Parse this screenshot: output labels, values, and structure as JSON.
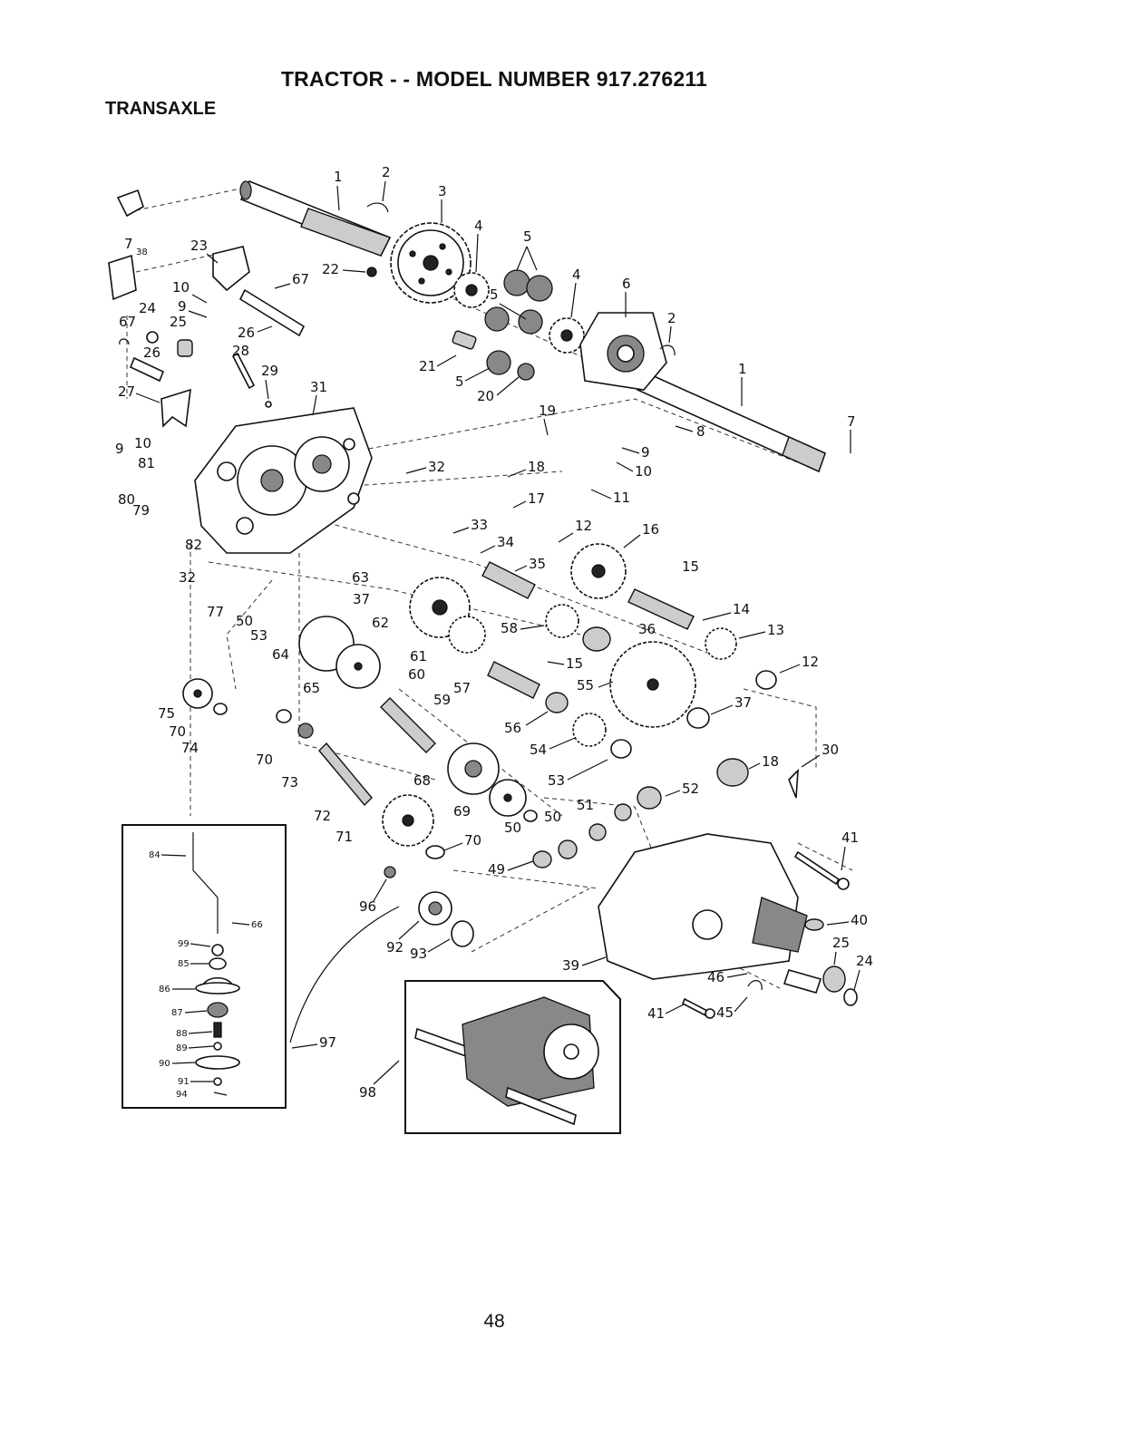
{
  "header": {
    "title": "TRACTOR - - MODEL NUMBER 917.276211",
    "section": "TRANSAXLE"
  },
  "page_number": "48",
  "callouts": {
    "c1a": "1",
    "c2a": "2",
    "c3": "3",
    "c4a": "4",
    "c5a": "5",
    "c5b": "5",
    "c5c": "5",
    "c4b": "4",
    "c6": "6",
    "c2b": "2",
    "c1b": "1",
    "c7a": "7",
    "c38": "38",
    "c23": "23",
    "c22": "22",
    "c67a": "67",
    "c10a": "10",
    "c9a": "9",
    "c24a": "24",
    "c67b": "67",
    "c25a": "25",
    "c26a": "26",
    "c26b": "26",
    "c28": "28",
    "c29": "29",
    "c31": "31",
    "c21": "21",
    "c20": "20",
    "c8": "8",
    "c7b": "7",
    "c27": "27",
    "c9b": "9",
    "c10b": "10",
    "c19": "19",
    "c9c": "9",
    "c10c": "10",
    "c81": "81",
    "c32a": "32",
    "c18a": "18",
    "c11": "11",
    "c80": "80",
    "c79": "79",
    "c17": "17",
    "c33": "33",
    "c12a": "12",
    "c16": "16",
    "c82": "82",
    "c34": "34",
    "c35": "35",
    "c15a": "15",
    "c32b": "32",
    "c63": "63",
    "c37a": "37",
    "c14": "14",
    "c77": "77",
    "c50a": "50",
    "c53a": "53",
    "c62": "62",
    "c58": "58",
    "c36": "36",
    "c13": "13",
    "c64": "64",
    "c61": "61",
    "c15b": "15",
    "c12b": "12",
    "c65": "65",
    "c60": "60",
    "c57": "57",
    "c55": "55",
    "c59": "59",
    "c37b": "37",
    "c75": "75",
    "c70a": "70",
    "c74": "74",
    "c56": "56",
    "c70b": "70",
    "c54": "54",
    "c73": "73",
    "c30": "30",
    "c18b": "18",
    "c68": "68",
    "c53b": "53",
    "c52": "52",
    "c72": "72",
    "c69": "69",
    "c51": "51",
    "c71": "71",
    "c50b": "50",
    "c50c": "50",
    "c70c": "70",
    "c41a": "41",
    "c49": "49",
    "c96": "96",
    "c40": "40",
    "c92": "92",
    "c93": "93",
    "c25b": "25",
    "c24b": "24",
    "c39": "39",
    "c46": "46",
    "c41b": "41",
    "c45": "45",
    "c97": "97",
    "c98": "98",
    "i84": "84",
    "i66": "66",
    "i99": "99",
    "i85": "85",
    "i86": "86",
    "i87": "87",
    "i88": "88",
    "i89": "89",
    "i90": "90",
    "i91": "91",
    "i94": "94"
  }
}
